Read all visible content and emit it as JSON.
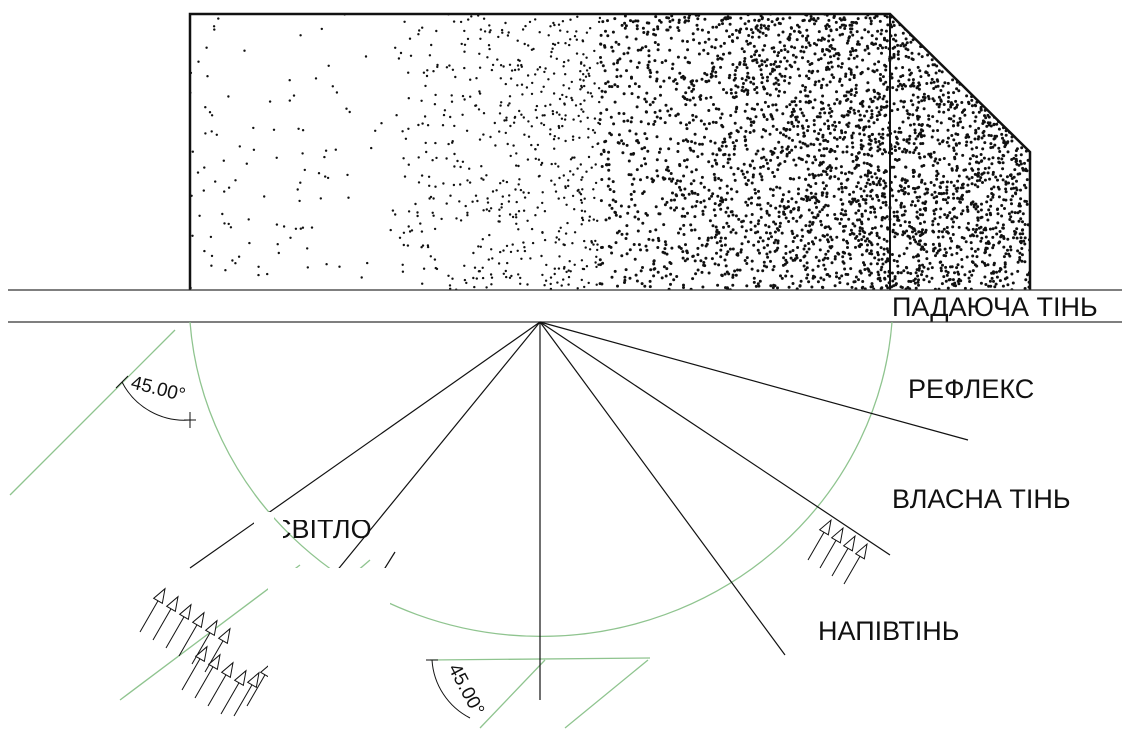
{
  "labels": {
    "cast_shadow": "ПАДАЮЧА ТІНЬ",
    "reflex": "РЕФЛЕКС",
    "own_shadow": "ВЛАСНА ТІНЬ",
    "penumbra": "НАПІВТІНЬ",
    "light": "СВІТЛО"
  },
  "angles": {
    "left": "45.00°",
    "bottom": "45.00°"
  },
  "colors": {
    "ink": "#111111",
    "construction": "#8fc48f",
    "background": "#ffffff"
  }
}
